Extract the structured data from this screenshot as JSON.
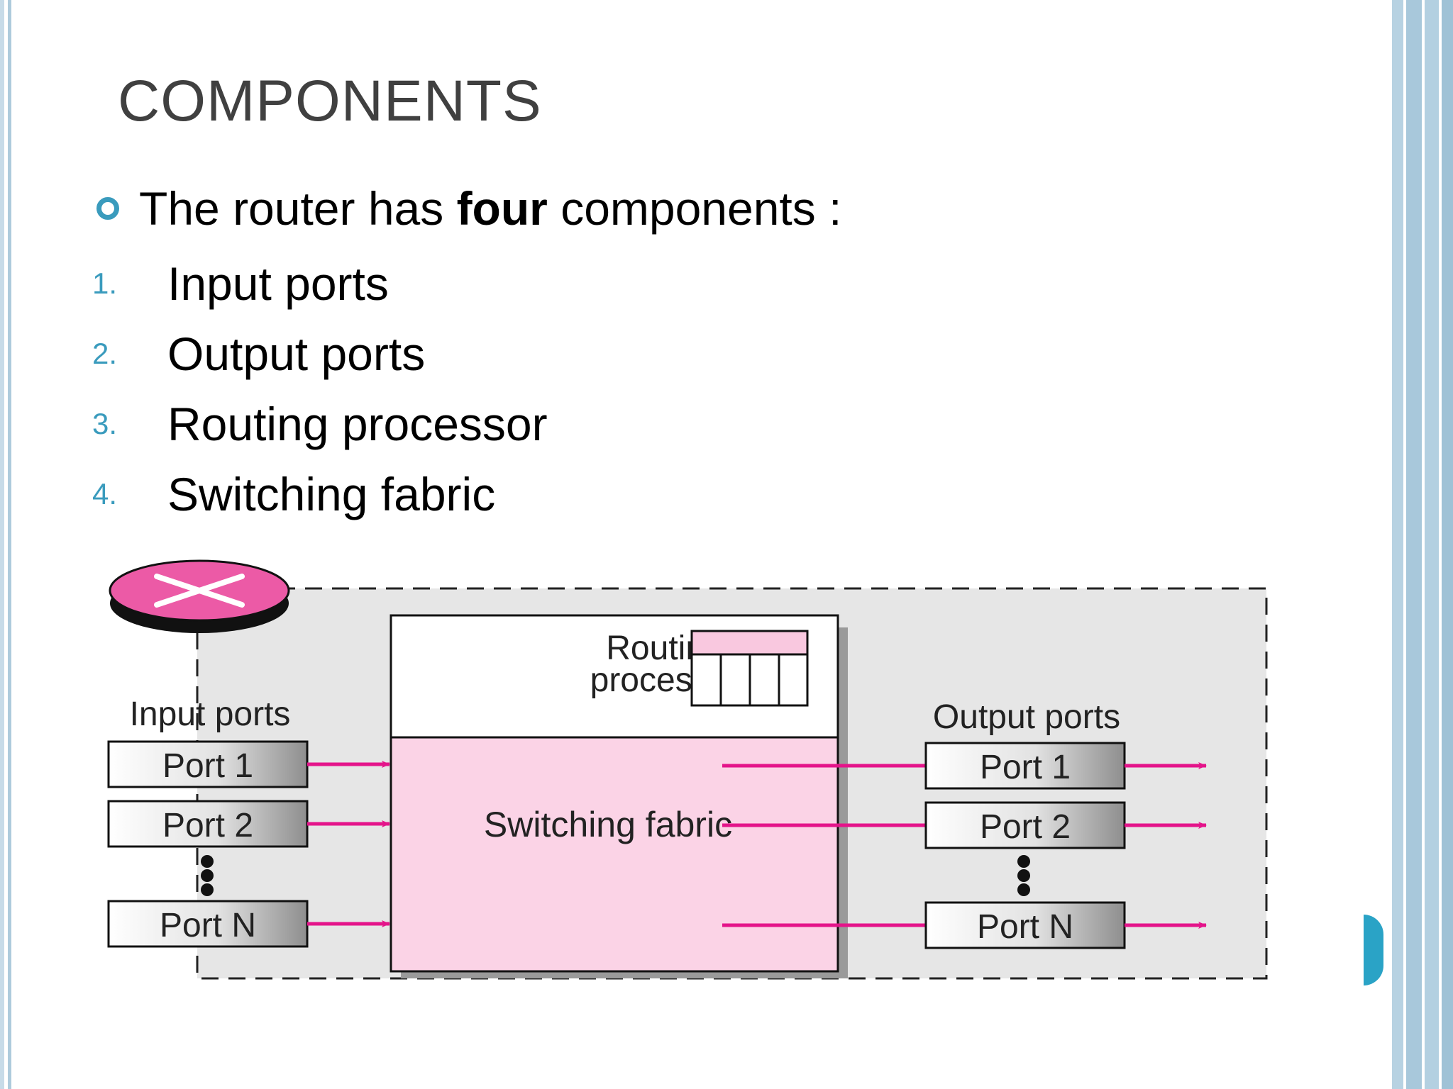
{
  "slide": {
    "title": "COMPONENTS",
    "bullet": {
      "prefix": "The router has ",
      "emphasis": "four",
      "suffix": " components :"
    },
    "items": [
      {
        "number": "1.",
        "label": "Input ports"
      },
      {
        "number": "2.",
        "label": "Output ports"
      },
      {
        "number": "3.",
        "label": "Routing processor"
      },
      {
        "number": "4.",
        "label": "Switching fabric"
      }
    ]
  },
  "diagram": {
    "routing_processor_line1": "Routing",
    "routing_processor_line2": "processor",
    "switching_fabric": "Switching fabric",
    "input_ports_label": "Input ports",
    "output_ports_label": "Output ports",
    "input_ports": [
      "Port 1",
      "Port 2",
      "Port N"
    ],
    "output_ports": [
      "Port 1",
      "Port 2",
      "Port N"
    ]
  },
  "colors": {
    "accent": "#3a9bbd",
    "arrow": "#e4148a",
    "router_icon": "#ec5aa6",
    "fabric": "#fbd3e6",
    "table_header": "#f9c8df",
    "diagram_bg": "#e6e6e6"
  }
}
